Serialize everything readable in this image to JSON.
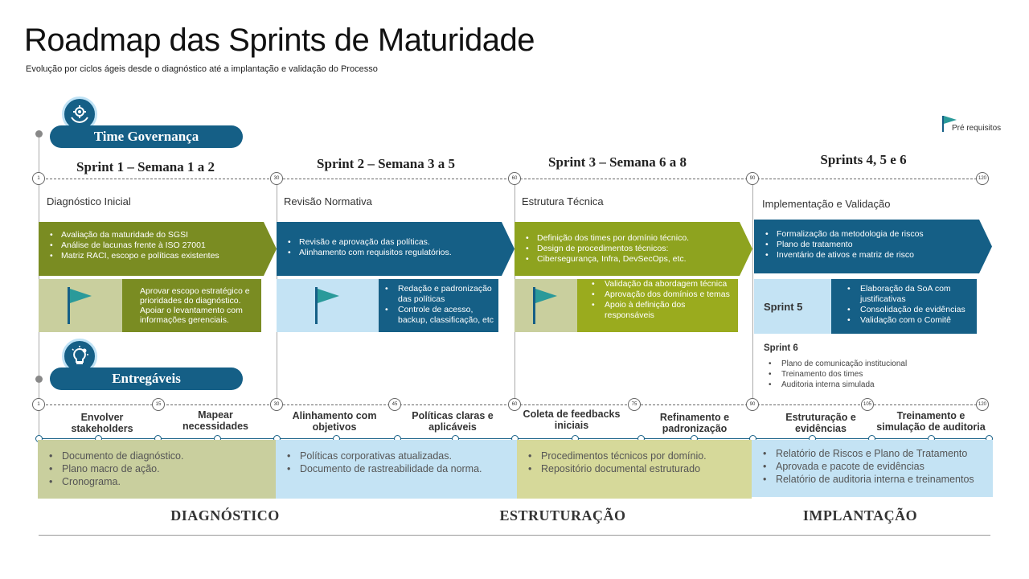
{
  "title": "Roadmap das Sprints de Maturidade",
  "subtitle": "Evolução por ciclos ágeis desde o diagnóstico até a implantação e validação do Processo",
  "legend_label": "Pré requisitos",
  "colors": {
    "primary_blue": "#155f86",
    "olive": "#7a8c22",
    "light_olive": "#c9cf9e",
    "light_blue": "#c4e3f4",
    "pale_olive": "#d6d99a"
  },
  "governance_label": "Time Governança",
  "deliverables_label": "Entregáveis",
  "sprints": [
    {
      "title": "Sprint 1 – Semana 1 a 2",
      "subtitle": "Diagnóstico Inicial"
    },
    {
      "title": "Sprint 2 – Semana 3 a 5",
      "subtitle": "Revisão Normativa"
    },
    {
      "title": "Sprint 3 – Semana 6 a 8",
      "subtitle": "Estrutura Técnica"
    },
    {
      "title": "Sprints 4, 5 e 6",
      "subtitle": "Implementação e Validação"
    }
  ],
  "top_markers": [
    "1",
    "30",
    "60",
    "90",
    "120"
  ],
  "bottom_markers": [
    "1",
    "15",
    "30",
    "45",
    "60",
    "75",
    "90",
    "105",
    "120"
  ],
  "bands": [
    [
      "Avaliação da maturidade do SGSI",
      "Análise de lacunas frente à ISO 27001",
      "Matriz RACI, escopo e políticas existentes"
    ],
    [
      "Revisão e aprovação das políticas.",
      "Alinhamento com requisitos regulatórios."
    ],
    [
      "Definição dos times por domínio técnico.",
      "Design de procedimentos técnicos:",
      "Cibersegurança, Infra, DevSecOps, etc."
    ],
    [
      "Formalização da metodologia de riscos",
      "Plano de tratamento",
      "Inventário de ativos e matriz de risco"
    ]
  ],
  "prereq": [
    {
      "text": "Aprovar escopo estratégico e prioridades do diagnóstico. Apoiar o levantamento com informações gerenciais."
    },
    {
      "items": [
        "Redação e padronização das políticas",
        "Controle de acesso, backup, classificação, etc"
      ]
    },
    {
      "items": [
        "Validação da abordagem técnica",
        "Aprovação dos domínios e temas",
        "Apoio à definição dos responsáveis"
      ]
    },
    {
      "label": "Sprint 5",
      "items": [
        "Elaboração da SoA com justificativas",
        "Consolidação de evidências",
        "Validação com o Comitê"
      ]
    }
  ],
  "sprint6": {
    "label": "Sprint 6",
    "items": [
      "Plano de comunicação institucional",
      "Treinamento dos times",
      "Auditoria interna simulada"
    ]
  },
  "deliverables": [
    "Envolver stakeholders",
    "Mapear necessidades",
    "Alinhamento com objetivos",
    "Políticas claras e aplicáveis",
    "Coleta de feedbacks iniciais",
    "Refinamento e padronização",
    "Estruturação e evidências",
    "Treinamento e simulação de auditoria"
  ],
  "cards": [
    [
      "Documento de diagnóstico.",
      "Plano macro de ação.",
      "Cronograma."
    ],
    [
      "Políticas corporativas atualizadas.",
      "Documento de rastreabilidade da norma."
    ],
    [
      "Procedimentos técnicos por domínio.",
      "Repositório documental estruturado"
    ],
    [
      "Relatório de Riscos e Plano de Tratamento",
      "Aprovada e pacote de evidências",
      "Relatório de auditoria interna e treinamentos"
    ]
  ],
  "phases": [
    "DIAGNÓSTICO",
    "ESTRUTURAÇÃO",
    "IMPLANTAÇÃO"
  ]
}
